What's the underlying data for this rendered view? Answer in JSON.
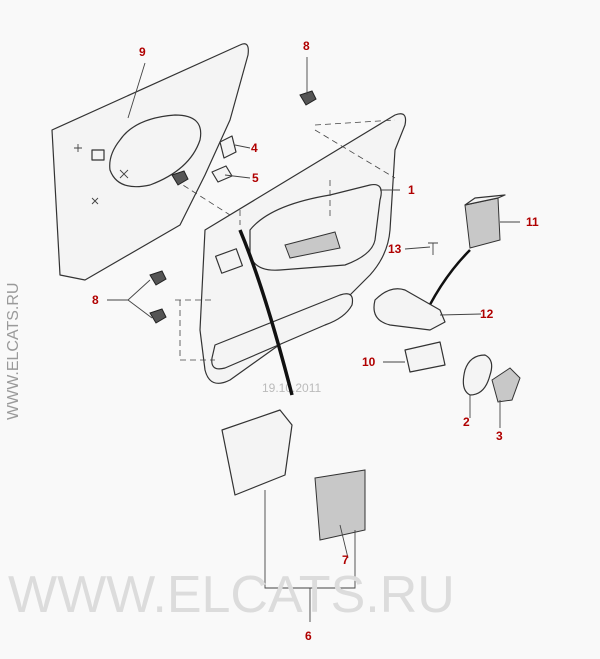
{
  "watermark": {
    "horizontal": "WWW.ELCATS.RU",
    "vertical": "WWW.ELCATS.RU",
    "date": "19.10.2011"
  },
  "callouts": {
    "c1": "1",
    "c2": "2",
    "c3": "3",
    "c4": "4",
    "c5": "5",
    "c6": "6",
    "c7": "7",
    "c8a": "8",
    "c8b": "8",
    "c9": "9",
    "c10": "10",
    "c11": "11",
    "c12": "12",
    "c13": "13"
  },
  "colors": {
    "callout": "#b00000"
  }
}
